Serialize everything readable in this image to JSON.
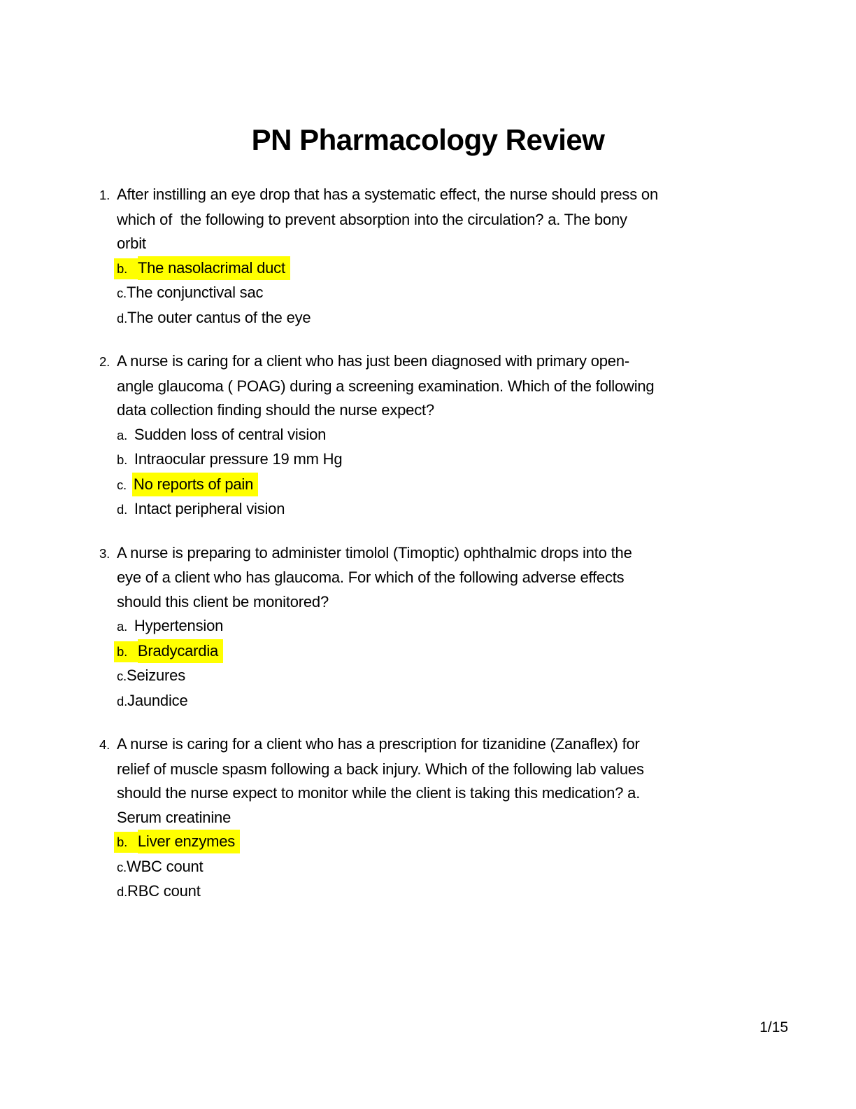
{
  "page": {
    "title": "PN Pharmacology Review",
    "page_number": "1/15",
    "colors": {
      "highlight": "#ffff00",
      "text": "#000000",
      "background": "#ffffff"
    }
  },
  "questions": [
    {
      "number": "1.",
      "lines": [
        "After instilling an eye drop that has a systematic effect, the nurse should press on",
        "which of  the following to prevent absorption into the circulation? a. The bony",
        "orbit"
      ],
      "options": [
        {
          "label": "b.   ",
          "text": "The nasolacrimal duct",
          "highlight": "full"
        },
        {
          "label": "c.",
          "text": "The conjunctival sac",
          "highlight": "none"
        },
        {
          "label": "d.",
          "text": "The outer cantus of the eye",
          "highlight": "none"
        }
      ]
    },
    {
      "number": "2.",
      "lines": [
        "A nurse is caring for a client who has just been diagnosed with primary open-",
        "angle glaucoma ( POAG) during a screening examination. Which of the following",
        "data collection finding should the nurse expect?"
      ],
      "options": [
        {
          "label": "a.  ",
          "text": "Sudden loss of central vision",
          "highlight": "none"
        },
        {
          "label": "b.  ",
          "text": "Intraocular pressure 19 mm Hg",
          "highlight": "none"
        },
        {
          "label": "c.  ",
          "text": "No reports of pain",
          "highlight": "text"
        },
        {
          "label": "d.  ",
          "text": "Intact peripheral vision",
          "highlight": "none"
        }
      ]
    },
    {
      "number": "3.",
      "lines": [
        "A nurse is preparing to administer timolol (Timoptic) ophthalmic drops into the",
        "eye of a client who has glaucoma. For which of the following adverse effects",
        "should this client be monitored?"
      ],
      "options": [
        {
          "label": "a.  ",
          "text": "Hypertension",
          "highlight": "none"
        },
        {
          "label": "b.   ",
          "text": "Bradycardia",
          "highlight": "full"
        },
        {
          "label": "c.",
          "text": "Seizures",
          "highlight": "none"
        },
        {
          "label": "d.",
          "text": "Jaundice",
          "highlight": "none"
        }
      ]
    },
    {
      "number": "4.",
      "lines": [
        "A nurse is caring for a client who has a prescription for tizanidine (Zanaflex) for",
        "relief of muscle spasm following a back injury. Which of the following lab values",
        "should the nurse expect to monitor while the client is taking this medication? a.",
        "Serum creatinine"
      ],
      "options": [
        {
          "label": "b.   ",
          "text": "Liver enzymes",
          "highlight": "full"
        },
        {
          "label": "c.",
          "text": "WBC count",
          "highlight": "none"
        },
        {
          "label": "d.",
          "text": "RBC count",
          "highlight": "none"
        }
      ]
    }
  ]
}
